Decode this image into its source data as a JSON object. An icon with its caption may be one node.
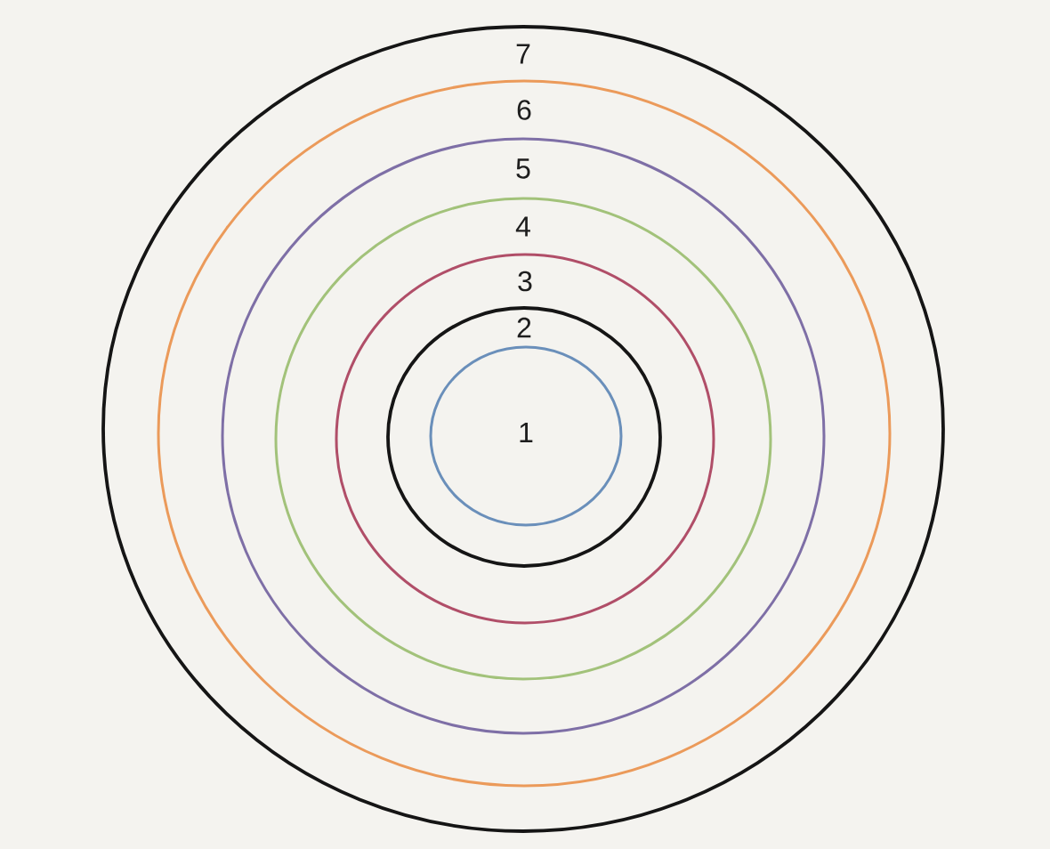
{
  "diagram": {
    "nodes": [
      {
        "text": [
          "7"
        ]
      },
      {
        "text": [
          "6"
        ],
        "in": 0
      },
      {
        "text": [
          "5"
        ],
        "in": 1
      },
      {
        "text": [
          "4"
        ],
        "in": 2
      },
      {
        "text": [
          "3"
        ],
        "in": 3
      },
      {
        "text": [
          "2"
        ],
        "in": 4
      },
      {
        "text": [
          "1"
        ],
        "in": 5
      }
    ]
  }
}
